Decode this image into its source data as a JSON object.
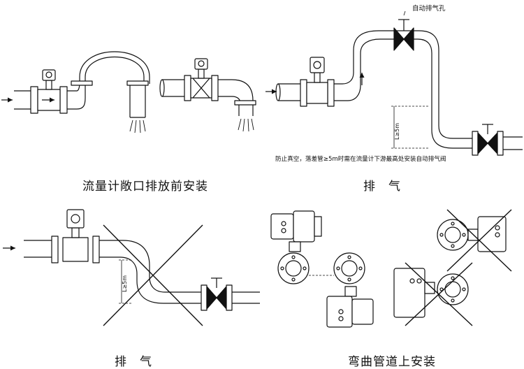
{
  "captions": {
    "open_discharge": "流量计敞口排放前安装",
    "exhaust_1": "排　气",
    "exhaust_2": "排　气",
    "bend_pipe": "弯曲管道上安装"
  },
  "labels": {
    "auto_vent": "自动排气孔",
    "vacuum_note": "防止真空，落差管≥5m时需在流量计下游最高处安装自动排气阀",
    "drop_1": "L≥5m",
    "drop_2": "L≥5m"
  },
  "colors": {
    "line": "#111111",
    "pipe": "#ffffff",
    "valve": "#111111"
  }
}
